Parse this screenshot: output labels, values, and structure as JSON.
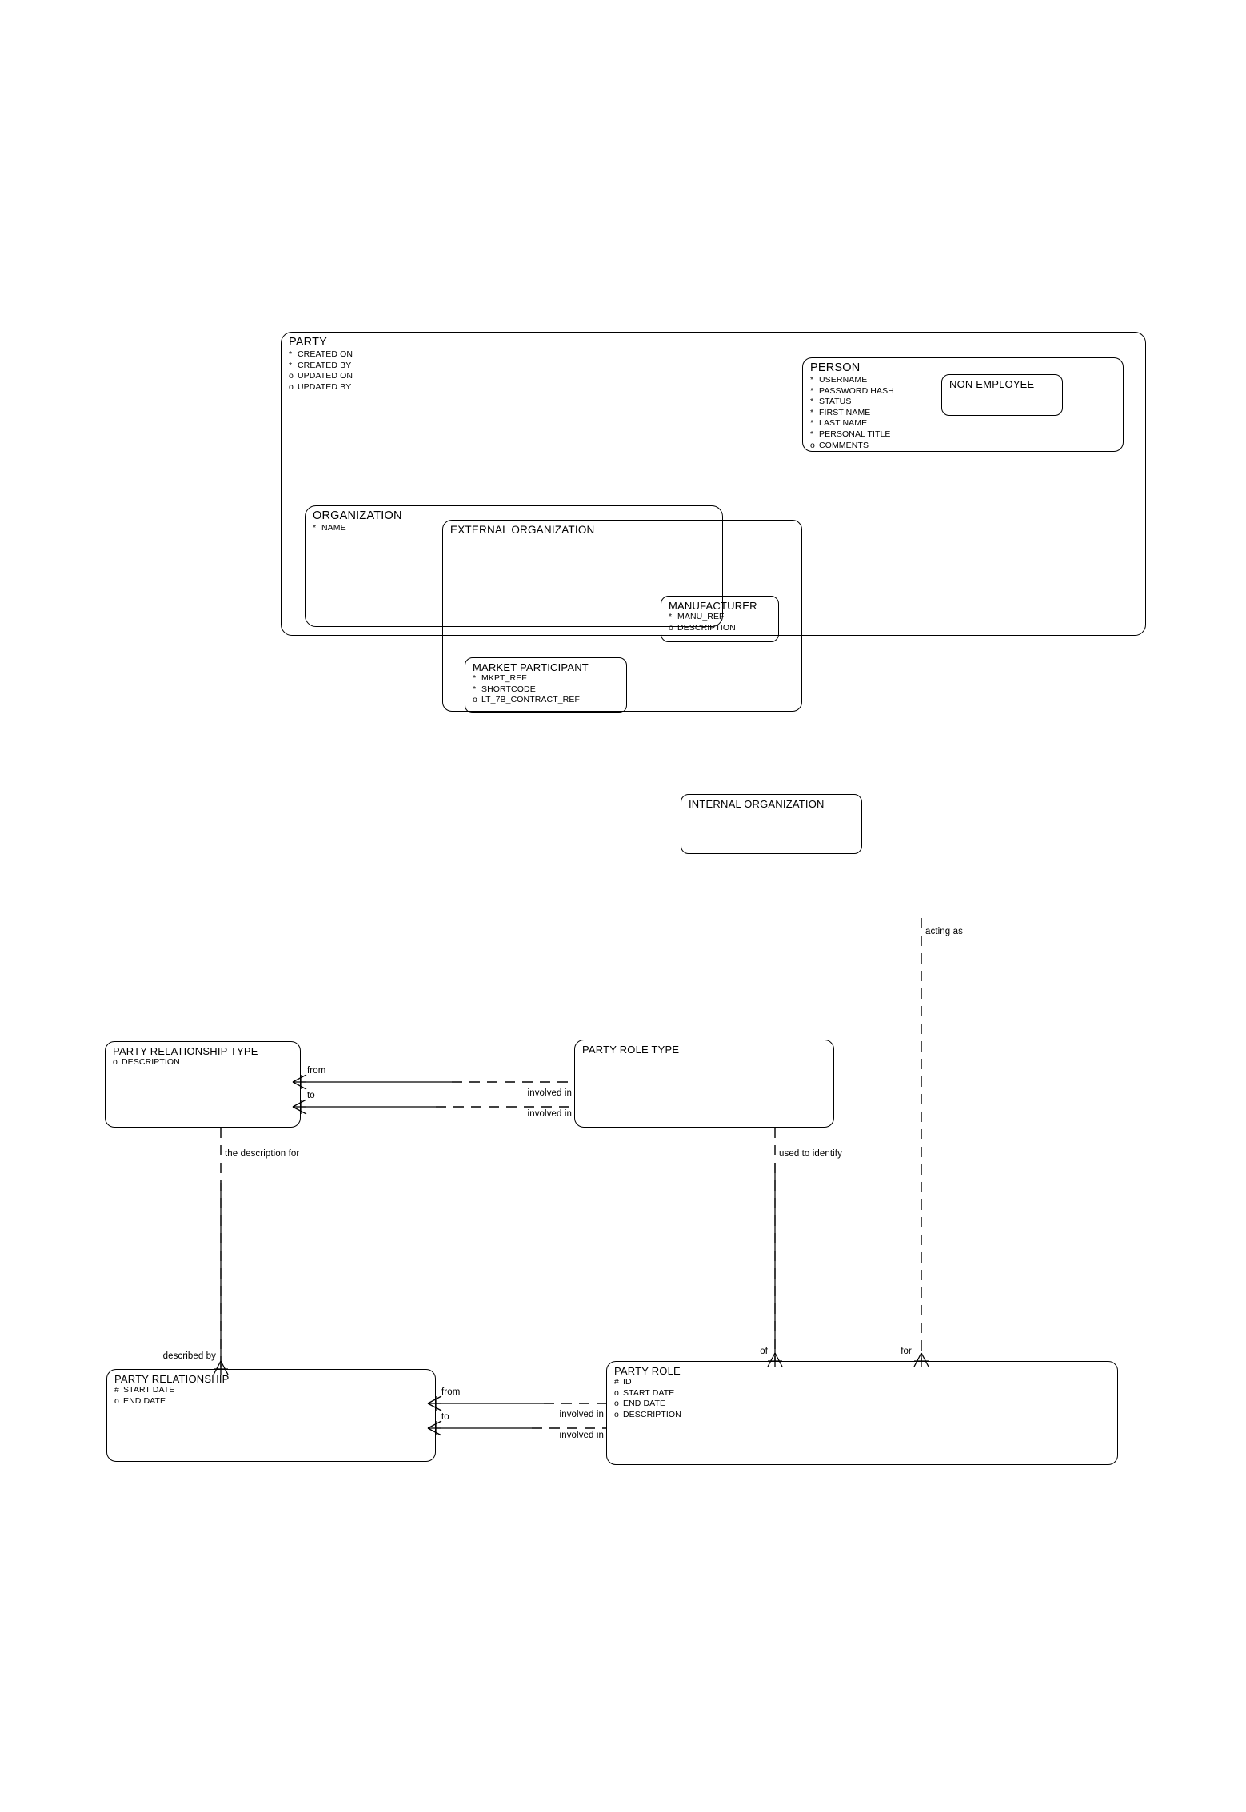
{
  "diagram": {
    "title": "PARTY",
    "notation": "barker-er",
    "attribute_markers": {
      "mandatory": "*",
      "optional": "o",
      "primary_key": "#"
    }
  },
  "entities": {
    "party": {
      "name": "PARTY",
      "attributes": [
        {
          "mark": "*",
          "label": "CREATED ON"
        },
        {
          "mark": "*",
          "label": "CREATED BY"
        },
        {
          "mark": "o",
          "label": "UPDATED ON"
        },
        {
          "mark": "o",
          "label": "UPDATED BY"
        }
      ]
    },
    "person": {
      "name": "PERSON",
      "attributes": [
        {
          "mark": "*",
          "label": "USERNAME"
        },
        {
          "mark": "*",
          "label": "PASSWORD HASH"
        },
        {
          "mark": "*",
          "label": "STATUS"
        },
        {
          "mark": "*",
          "label": "FIRST NAME"
        },
        {
          "mark": "*",
          "label": "LAST NAME"
        },
        {
          "mark": "*",
          "label": "PERSONAL TITLE"
        },
        {
          "mark": "o",
          "label": "COMMENTS"
        }
      ]
    },
    "non_employee": {
      "name": "NON EMPLOYEE",
      "attributes": []
    },
    "organization": {
      "name": "ORGANIZATION",
      "attributes": [
        {
          "mark": "*",
          "label": "NAME"
        }
      ]
    },
    "external_organization": {
      "name": "EXTERNAL ORGANIZATION",
      "attributes": []
    },
    "manufacturer": {
      "name": "MANUFACTURER",
      "attributes": [
        {
          "mark": "*",
          "label": "MANU_REF"
        },
        {
          "mark": "o",
          "label": "DESCRIPTION"
        }
      ]
    },
    "market_participant": {
      "name": "MARKET PARTICIPANT",
      "attributes": [
        {
          "mark": "*",
          "label": "MKPT_REF"
        },
        {
          "mark": "*",
          "label": "SHORTCODE"
        },
        {
          "mark": "o",
          "label": "LT_7B_CONTRACT_REF"
        },
        {
          "mark": "",
          "label": "..."
        }
      ]
    },
    "internal_organization": {
      "name": "INTERNAL ORGANIZATION",
      "attributes": []
    },
    "party_relationship_type": {
      "name": "PARTY RELATIONSHIP TYPE",
      "attributes": [
        {
          "mark": "o",
          "label": "DESCRIPTION"
        }
      ]
    },
    "party_role_type": {
      "name": "PARTY ROLE TYPE",
      "attributes": []
    },
    "party_relationship": {
      "name": "PARTY RELATIONSHIP",
      "attributes": [
        {
          "mark": "#",
          "label": "START DATE"
        },
        {
          "mark": "o",
          "label": "END DATE"
        }
      ]
    },
    "party_role": {
      "name": "PARTY ROLE",
      "attributes": [
        {
          "mark": "#",
          "label": "ID"
        },
        {
          "mark": "o",
          "label": "START DATE"
        },
        {
          "mark": "o",
          "label": "END DATE"
        },
        {
          "mark": "o",
          "label": "DESCRIPTION"
        }
      ]
    }
  },
  "relationship_labels": {
    "acting_as": "acting as",
    "prt_from": "from",
    "prt_to": "to",
    "prt_involved_in_1": "involved in",
    "prt_involved_in_2": "involved in",
    "the_description_for": "the description for",
    "used_to_identify": "used to identify",
    "described_by": "described by",
    "pr_from": "from",
    "pr_to": "to",
    "pr_involved_in_1": "involved in",
    "pr_involved_in_2": "involved in",
    "of": "of",
    "for": "for"
  },
  "colors": {
    "stroke": "#000000",
    "background": "#ffffff",
    "text": "#000000"
  }
}
